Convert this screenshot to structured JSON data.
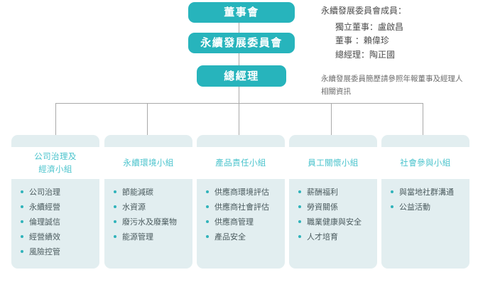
{
  "hierarchy": {
    "board_label": "董事會",
    "committee_label": "永續發展委員會",
    "general_manager_label": "總經理"
  },
  "notes": {
    "members_title": "永續發展委員會成員：",
    "members": [
      "獨立董事：盧啟昌",
      "董事 ：賴偉珍",
      "總經理：陶正國"
    ],
    "footnote": "永續發展委員簡歷請參照年報董事及經理人相關資訊"
  },
  "groups": [
    {
      "title": "公司治理及\n經濟小組",
      "title_line1": "公司治理及",
      "title_line2": "經濟小組",
      "items": [
        "公司治理",
        "永續經營",
        "倫理誠信",
        "經營績效",
        "風險控管"
      ]
    },
    {
      "title": "永續環境小組",
      "title_line1": "永續環境小組",
      "title_line2": "",
      "items": [
        "節能減碳",
        "水資源",
        "廢污水及廢棄物",
        "能源管理"
      ]
    },
    {
      "title": "產品責任小組",
      "title_line1": "產品責任小組",
      "title_line2": "",
      "items": [
        "供應商環境評估",
        "供應商社會評估",
        "供應商管理",
        "產品安全"
      ]
    },
    {
      "title": "員工關懷小組",
      "title_line1": "員工關懷小組",
      "title_line2": "",
      "items": [
        "薪酬福利",
        "勞資關係",
        "職業健康與安全",
        "人才培育"
      ]
    },
    {
      "title": "社會參與小組",
      "title_line1": "社會參與小組",
      "title_line2": "",
      "items": [
        "與當地社群溝通",
        "公益活動"
      ]
    }
  ],
  "colors": {
    "teal_box": "#27b4bc",
    "card_body": "#e2eef0",
    "card_title": "#49c3cc",
    "bullet": "#2fb3ba",
    "connector": "#a9a9a9",
    "text": "#4b5b5e"
  }
}
